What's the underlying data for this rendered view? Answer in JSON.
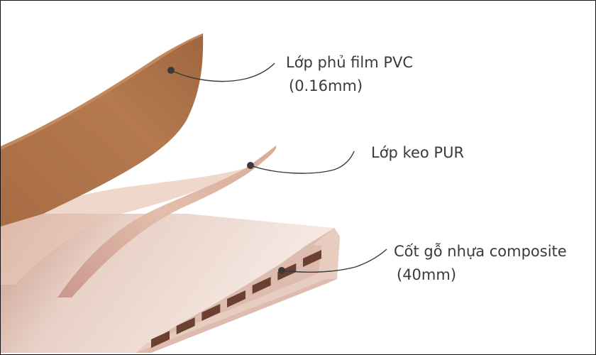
{
  "labels": {
    "pvc": {
      "line1": "Lớp phủ film PVC",
      "line2": "(0.16mm)"
    },
    "pur": {
      "line1": "Lớp keo PUR"
    },
    "core": {
      "line1": "Cốt gỗ nhựa composite",
      "line2": "(40mm)"
    }
  },
  "colors": {
    "pvc_film": "#b0764a",
    "pur_layer": "#dcb09c",
    "core_top": "#f1e1d9",
    "core_side": "#d9b6a9",
    "cell_hole": "#6a4030",
    "leader_line": "#3a3a3a"
  },
  "core_cell_count": 7
}
